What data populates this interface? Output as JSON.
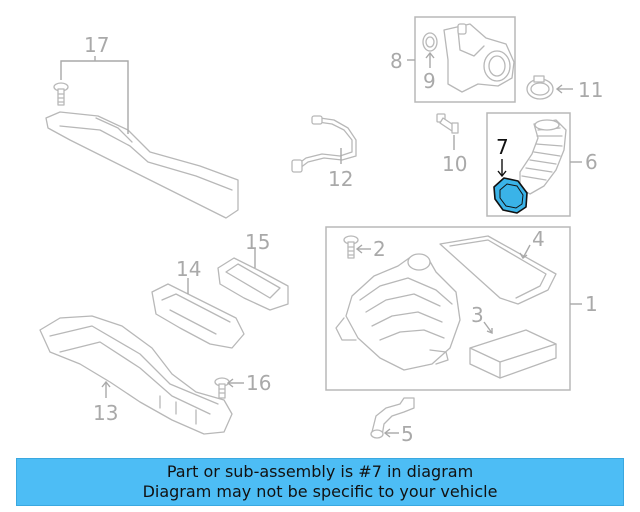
{
  "callouts": {
    "c1": "1",
    "c2": "2",
    "c3": "3",
    "c4": "4",
    "c5": "5",
    "c6": "6",
    "c7": "7",
    "c8": "8",
    "c9": "9",
    "c10": "10",
    "c11": "11",
    "c12": "12",
    "c13": "13",
    "c14": "14",
    "c15": "15",
    "c16": "16",
    "c17": "17"
  },
  "colors": {
    "banner_bg": "#4dbdf5",
    "highlight_fill": "#3ab3e8",
    "part_stroke": "#b8b8b8",
    "label": "#a9a9a9"
  },
  "banner": {
    "line1": "Part or sub-assembly is #7 in diagram",
    "line2": "Diagram may not be specific to your vehicle"
  }
}
